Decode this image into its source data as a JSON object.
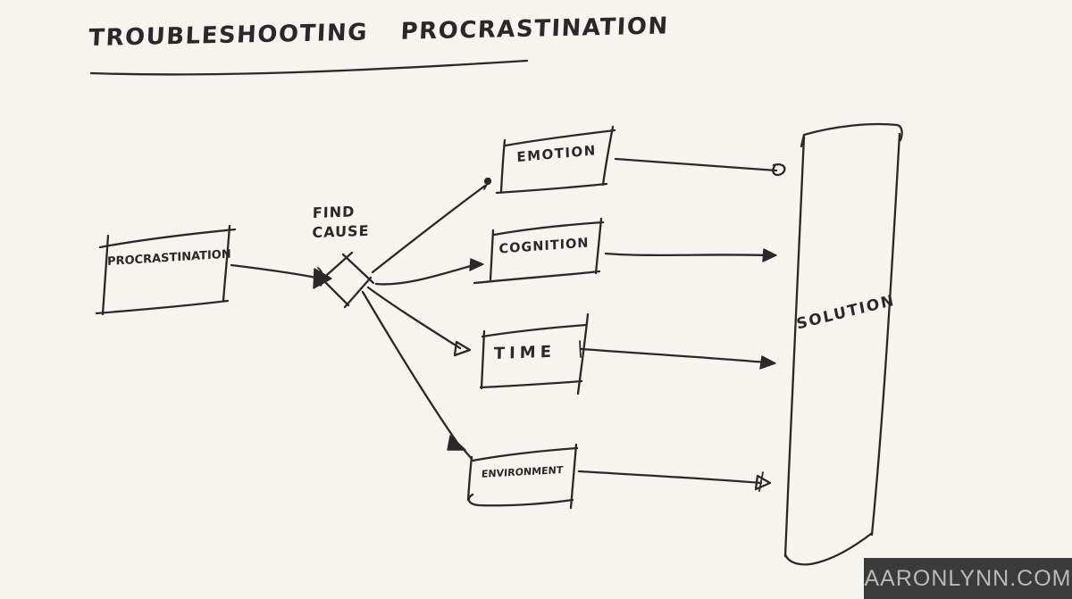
{
  "canvas": {
    "background": "#f5f4ee",
    "ink": "#2a282a"
  },
  "title": {
    "text": "TROUBLESHOOTING PROCRASTINATION"
  },
  "nodes": {
    "procrastination": {
      "label": "PROCRASTINATION"
    },
    "find_cause": {
      "line1": "FIND",
      "line2": "CAUSE"
    },
    "emotion": {
      "label": "EMOTION"
    },
    "cognition": {
      "label": "COGNITION"
    },
    "time": {
      "label": "TIME"
    },
    "environment": {
      "label": "ENVIRONMENT"
    },
    "solution": {
      "label": "SOLUTION"
    }
  },
  "watermark": {
    "text": "AARONLYNN.COM",
    "background": "#3b3b3b",
    "color": "#b9b9b9"
  }
}
